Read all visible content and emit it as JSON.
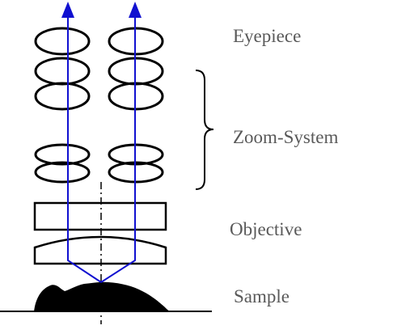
{
  "labels": {
    "eyepiece": "Eyepiece",
    "zoom_system": "Zoom-System",
    "objective": "Objective",
    "sample": "Sample"
  },
  "colors": {
    "beam": "#1010d0",
    "lens": "#000000",
    "sample": "#000000",
    "label": "#595959"
  }
}
